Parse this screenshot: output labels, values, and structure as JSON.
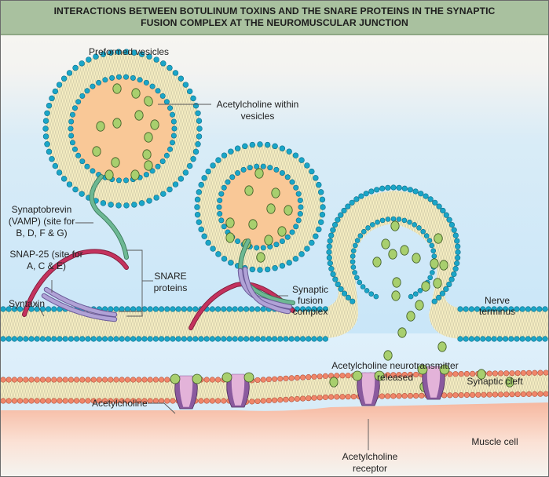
{
  "title": {
    "line1": "INTERACTIONS BETWEEN BOTULINUM TOXINS AND THE SNARE PROTEINS IN THE SYNAPTIC",
    "line2": "FUSION COMPLEX AT THE NEUROMUSCULAR JUNCTION"
  },
  "labels": {
    "preformed_vesicles": "Preformed vesicles",
    "acetylcholine_within_vesicles": [
      "Acetylcholine within",
      "vesicles"
    ],
    "synaptobrevin": [
      "Synaptobrevin",
      "(VAMP) (site for",
      "B, D, F & G)"
    ],
    "snap25": [
      "SNAP-25 (site for",
      "A, C & E)"
    ],
    "snare_proteins": [
      "SNARE",
      "proteins"
    ],
    "syntaxin": "Syntaxin",
    "synaptic_fusion_complex": [
      "Synaptic",
      "fusion",
      "complex"
    ],
    "nerve_terminus": [
      "Nerve",
      "terminus"
    ],
    "ach_released": [
      "Acetylcholine neurotransmitter",
      "released"
    ],
    "synaptic_cleft": "Synaptic cleft",
    "acetylcholine": "Acetylcholine",
    "muscle_cell": "Muscle cell",
    "ach_receptor": [
      "Acetylcholine",
      "receptor"
    ]
  },
  "colors": {
    "title_bg": "#a9c19f",
    "lipid_head_nerve": "#1aa6c8",
    "lipid_head_muscle": "#f0866a",
    "lipid_tail": "#fbf3c6",
    "vesicle_lumen": "#f9c897",
    "acetylcholine": "#a8cf6e",
    "synaptobrevin": "#6db893",
    "snap25": "#b0a2d6",
    "syntaxin": "#c4325e",
    "receptor_outer": "#8a5a9e",
    "receptor_inner": "#e3b3d9",
    "nerve_bg": "#cfe7f7",
    "muscle_bg": "#f7b9a2"
  }
}
